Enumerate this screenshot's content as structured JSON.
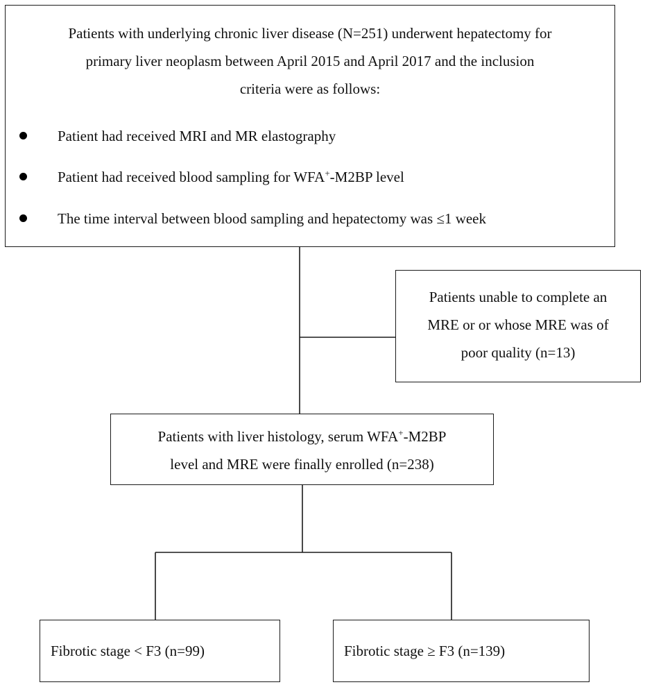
{
  "top_box": {
    "heading_lines": [
      "Patients with underlying chronic liver disease (N=251) underwent hepatectomy for",
      "primary liver neoplasm between April 2015 and April 2017 and the inclusion",
      "criteria were as follows:"
    ],
    "bullets": [
      "Patient had received MRI and MR elastography",
      "Patient had received blood sampling for WFA",
      "The time interval between blood sampling and hepatectomy was ≤1 week"
    ],
    "bullet2_sup": "+",
    "bullet2_tail": "-M2BP level"
  },
  "exclusion_box": {
    "lines": [
      "Patients unable to complete an",
      "MRE or or whose MRE was of",
      "poor quality (n=13)"
    ]
  },
  "enrolled_box": {
    "line1_pre": "Patients with liver histology, serum WFA",
    "line1_sup": "+",
    "line1_post": "-M2BP",
    "line2": "level and MRE were finally enrolled (n=238)"
  },
  "left_box": {
    "label": "Fibrotic stage < F3 (n=99)"
  },
  "right_box": {
    "label": "Fibrotic stage ≥ F3 (n=139)"
  }
}
